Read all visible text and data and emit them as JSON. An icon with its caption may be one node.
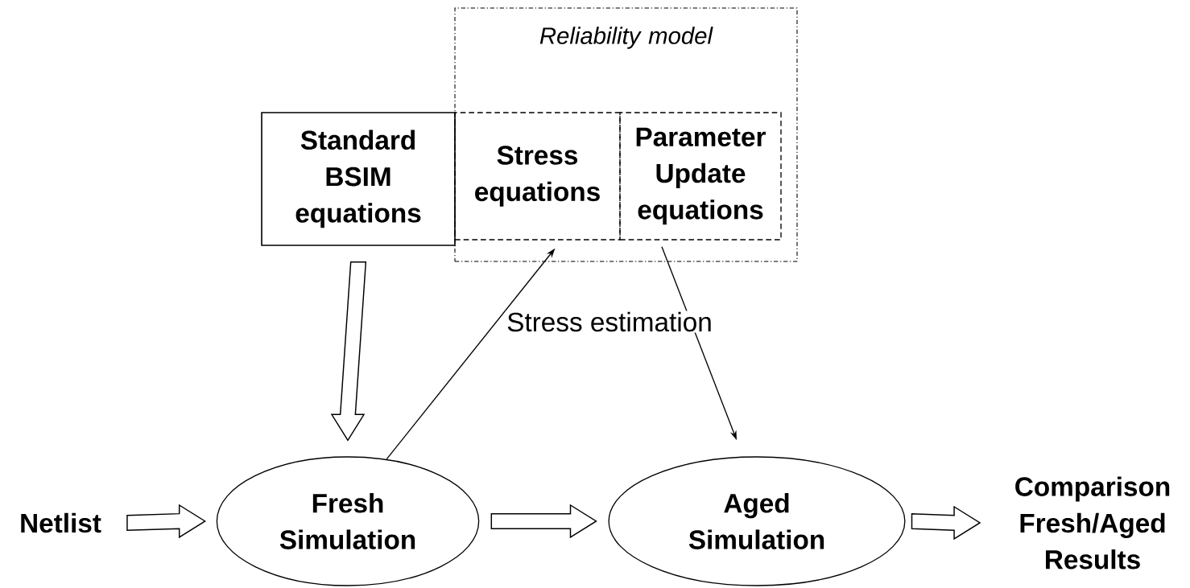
{
  "diagram": {
    "nodes": [
      {
        "text": [
          "Reliability model"
        ]
      },
      {
        "text": [
          "Standard BSIM equations"
        ]
      },
      {
        "text": [
          "Stress equations"
        ],
        "in": 0
      },
      {
        "text": [
          "Parameter Update equations"
        ],
        "in": 0
      },
      {
        "text": [
          "Netlist"
        ]
      },
      {
        "text": [
          "Fresh Simulation"
        ]
      },
      {
        "text": [
          "Aged Simulation"
        ]
      },
      {
        "text": [
          "Comparison Fresh/Aged Results"
        ]
      }
    ],
    "edges": [
      {
        "from": 4,
        "to": 5,
        "arrow": "to",
        "style": "thick"
      },
      {
        "from": 1,
        "to": 5,
        "arrow": "to",
        "style": "thick"
      },
      {
        "from": 5,
        "to": 2,
        "arrow": "to",
        "label": "Stress estimation"
      },
      {
        "from": 3,
        "to": 6,
        "arrow": "to"
      },
      {
        "from": 5,
        "to": 6,
        "arrow": "to",
        "style": "thick"
      },
      {
        "from": 6,
        "to": 7,
        "arrow": "to",
        "style": "thick"
      }
    ]
  }
}
